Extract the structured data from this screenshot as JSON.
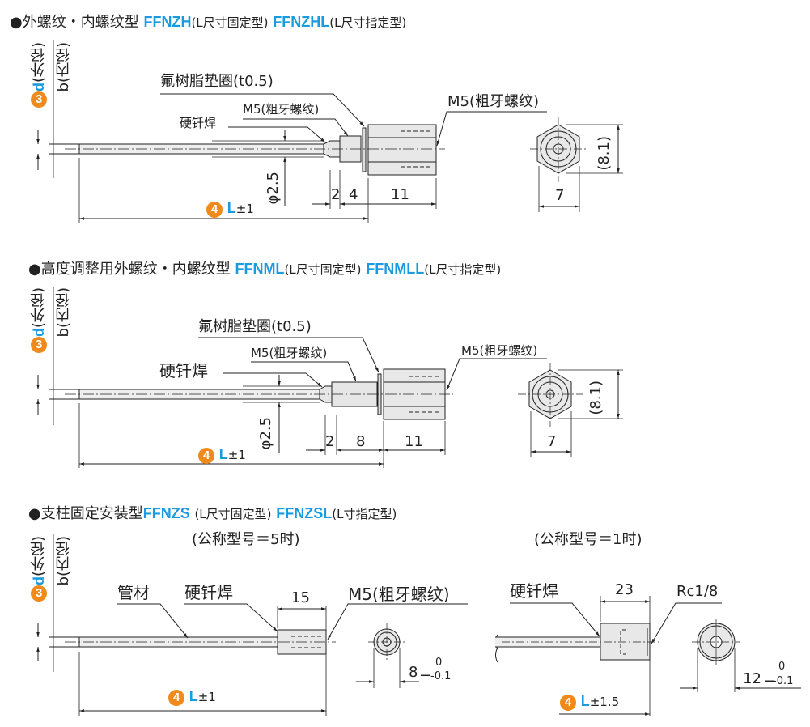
{
  "sections": [
    {
      "bullet": "●",
      "title": "外螺纹・内螺纹型",
      "code1": "FFNZH",
      "desc1": "(L尺寸固定型)",
      "code2": "FFNZHL",
      "desc2": "(L尺寸指定型)",
      "outer": "(外径)",
      "inner": "b(内径)",
      "badge_d": "3",
      "d": "d",
      "badge_l": "4",
      "l": "L",
      "l_tol": "±1",
      "gasket": "氟树脂垫圈(t0.5)",
      "thread_male": "M5(粗牙螺纹)",
      "brazing": "硬钎焊",
      "thread_female": "M5(粗牙螺纹)",
      "phi": "φ2.5",
      "dim_a": "2",
      "dim_b": "4",
      "dim_c": "11",
      "end_w": "7",
      "end_h": "(8.1)"
    },
    {
      "bullet": "●",
      "title": "高度调整用外螺纹・内螺纹型",
      "code1": "FFNML",
      "desc1": "(L尺寸固定型)",
      "code2": "FFNMLL",
      "desc2": "(L尺寸指定型)",
      "outer": "(外径)",
      "inner": "b(内径)",
      "badge_d": "3",
      "d": "d",
      "badge_l": "4",
      "l": "L",
      "l_tol": "±1",
      "gasket": "氟树脂垫圈(t0.5)",
      "thread_male": "M5(粗牙螺纹)",
      "brazing": "硬钎焊",
      "thread_female": "M5(粗牙螺纹)",
      "phi": "φ2.5",
      "dim_a": "2",
      "dim_b": "8",
      "dim_c": "11",
      "end_w": "7",
      "end_h": "(8.1)"
    },
    {
      "bullet": "●",
      "title": "支柱固定安装型",
      "code1": "FFNZS",
      "desc1": "(L尺寸固定型)",
      "code2": "FFNZSL",
      "desc2": "(L寸指定型)",
      "outer": "(外径)",
      "inner": "b(内径)",
      "badge_d": "3",
      "d": "d",
      "left": {
        "caption": "(公称型号＝5时)",
        "pipe": "管材",
        "brazing": "硬钎焊",
        "thread": "M5(粗牙螺纹)",
        "len": "15",
        "dia": "8",
        "tol_up": "0",
        "tol_low": "-0.1",
        "badge_l": "4",
        "l": "L",
        "l_tol": "±1"
      },
      "right": {
        "caption": "(公称型号＝1时)",
        "brazing": "硬钎焊",
        "thread": "Rc1/8",
        "len": "23",
        "dia": "12",
        "tol_up": "0",
        "tol_low": "-0.1",
        "badge_l": "4",
        "l": "L",
        "l_tol": "±1.5"
      }
    }
  ]
}
